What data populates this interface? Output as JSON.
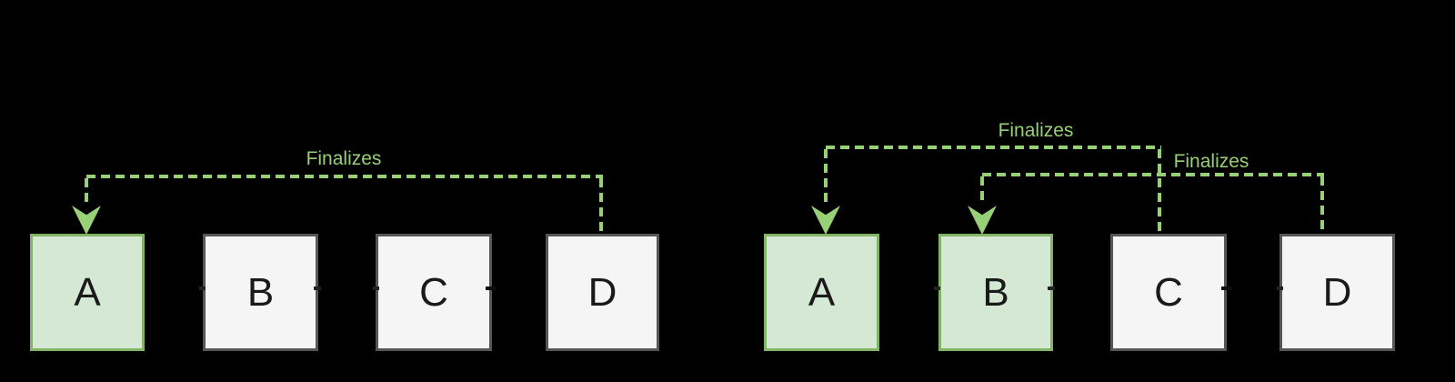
{
  "diagram_type": "blockchain-finality-diagram",
  "colors": {
    "background": "#000000",
    "arrow_green": "#97d077",
    "finalized_block_fill": "#d5e8d4",
    "finalized_block_border": "#82b366",
    "pending_block_fill": "#f5f5f5",
    "pending_block_border": "#565656",
    "block_text": "#1a1a1a"
  },
  "groups": [
    {
      "name": "left-chain",
      "blocks": [
        {
          "label": "A",
          "state": "finalized"
        },
        {
          "label": "B",
          "state": "pending"
        },
        {
          "label": "C",
          "state": "pending"
        },
        {
          "label": "D",
          "state": "pending"
        }
      ],
      "arrows": [
        {
          "label": "Finalizes",
          "from": "D",
          "to": "A"
        }
      ]
    },
    {
      "name": "right-chain",
      "blocks": [
        {
          "label": "A",
          "state": "finalized"
        },
        {
          "label": "B",
          "state": "finalized"
        },
        {
          "label": "C",
          "state": "pending"
        },
        {
          "label": "D",
          "state": "pending"
        }
      ],
      "arrows": [
        {
          "label": "Finalizes",
          "from": "C",
          "to": "A"
        },
        {
          "label": "Finalizes",
          "from": "D",
          "to": "B"
        }
      ]
    }
  ]
}
